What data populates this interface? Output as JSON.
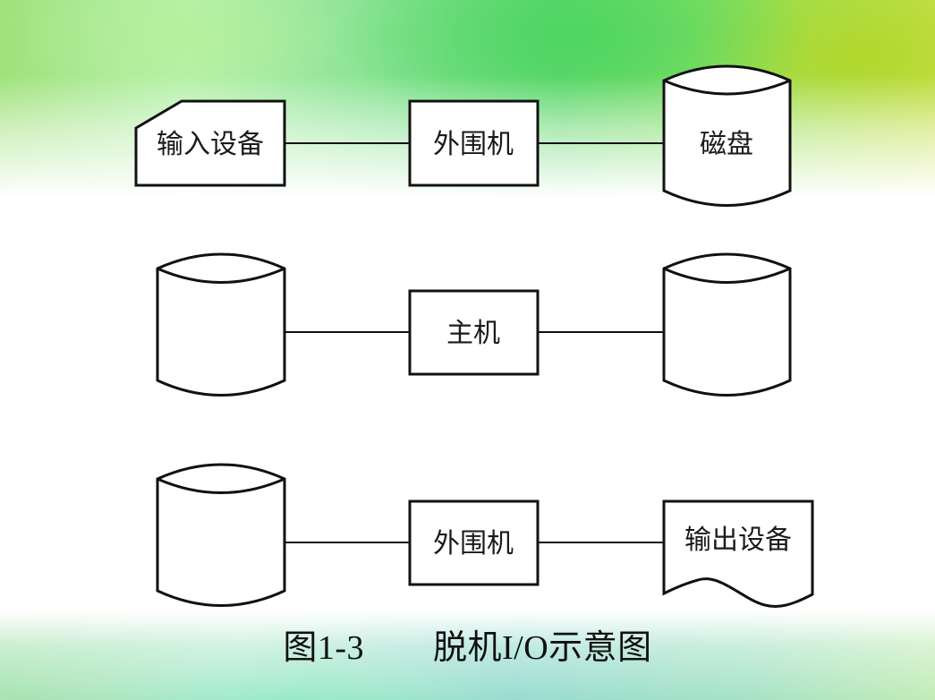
{
  "diagram": {
    "title": "脱机I/O示意图",
    "caption": "图1-3　　脱机I/O示意图",
    "rows": [
      {
        "name": "input-stage",
        "nodes": [
          {
            "id": "input-device",
            "shape": "card",
            "label": "输入设备"
          },
          {
            "id": "peripheral-1",
            "shape": "rectangle",
            "label": "外围机"
          },
          {
            "id": "disk-1",
            "shape": "disk",
            "label": "磁盘"
          }
        ],
        "edges": [
          [
            "input-device",
            "peripheral-1"
          ],
          [
            "peripheral-1",
            "disk-1"
          ]
        ]
      },
      {
        "name": "processing-stage",
        "nodes": [
          {
            "id": "disk-2",
            "shape": "disk",
            "label": ""
          },
          {
            "id": "host",
            "shape": "rectangle",
            "label": "主机"
          },
          {
            "id": "disk-3",
            "shape": "disk",
            "label": ""
          }
        ],
        "edges": [
          [
            "disk-2",
            "host"
          ],
          [
            "host",
            "disk-3"
          ]
        ]
      },
      {
        "name": "output-stage",
        "nodes": [
          {
            "id": "disk-4",
            "shape": "disk",
            "label": ""
          },
          {
            "id": "peripheral-2",
            "shape": "rectangle",
            "label": "外围机"
          },
          {
            "id": "output-device",
            "shape": "document",
            "label": "输出设备"
          }
        ],
        "edges": [
          [
            "disk-4",
            "peripheral-2"
          ],
          [
            "peripheral-2",
            "output-device"
          ]
        ]
      }
    ]
  },
  "labels": {
    "input_device": "输入设备",
    "peripheral_1": "外围机",
    "disk_1": "磁盘",
    "host": "主机",
    "peripheral_2": "外围机",
    "output_device": "输出设备"
  },
  "colors": {
    "stroke": "#111111",
    "fill": "#ffffff",
    "background_top": "#62d66e",
    "background_top_right": "#c6e04a",
    "background_bottom": "#98dcd0"
  }
}
